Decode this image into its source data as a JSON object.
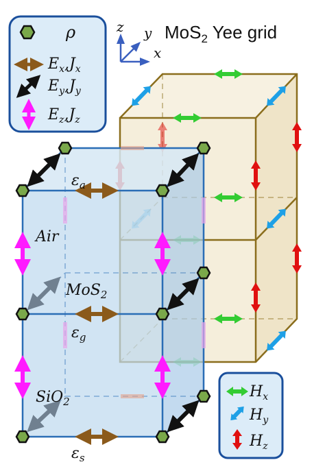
{
  "title": {
    "main": "MoS",
    "sub": "2",
    "rest": " Yee grid"
  },
  "axes": {
    "z": "z",
    "y": "y",
    "x": "x"
  },
  "legend_e": {
    "rho": "ρ",
    "ex": "E",
    "ex_sub": "x",
    "jx": "J",
    "jx_sub": "x",
    "ey": "E",
    "ey_sub": "y",
    "jy": "J",
    "jy_sub": "y",
    "ez": "E",
    "ez_sub": "z",
    "jz": "J",
    "jz_sub": "z",
    "comma": ","
  },
  "legend_h": {
    "hx": "H",
    "hx_sub": "x",
    "hy": "H",
    "hy_sub": "y",
    "hz": "H",
    "hz_sub": "z"
  },
  "labels": {
    "eps_a": "ε",
    "eps_a_sub": "a",
    "eps_g": "ε",
    "eps_g_sub": "g",
    "eps_s": "ε",
    "eps_s_sub": "s",
    "air": "Air",
    "mos2": "MoS",
    "mos2_sub": "2",
    "sio2": "SiO",
    "sio2_sub": "2"
  },
  "colors": {
    "blue_edge": "#2a6db5",
    "blue_fill": "#bfd9ef",
    "gold_edge": "#8a6d1c",
    "cream_fill": "#f5eedb",
    "node": "#7aa84a",
    "ex": "#8b5a1b",
    "ey": "#111111",
    "ez": "#ff1aff",
    "hx": "#33cc33",
    "hy": "#1ea0e6",
    "hz": "#e01010"
  }
}
